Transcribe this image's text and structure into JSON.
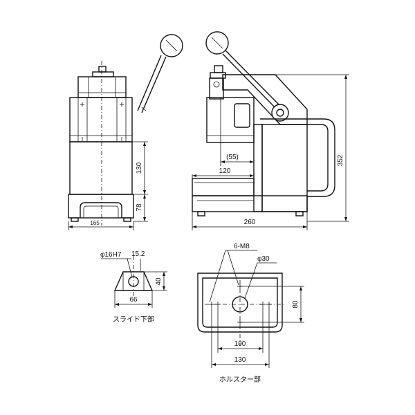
{
  "dimensions": {
    "front_height_upper": "130",
    "front_height_lower": "78",
    "front_width": "165",
    "side_offset": "(55)",
    "side_depth": "120",
    "side_length": "260",
    "overall_height": "352",
    "slide_bore": "φ16H7",
    "slide_offset": "15.2",
    "slide_height": "40",
    "slide_width": "66",
    "holder_holes": "6-M8",
    "holder_bore": "φ30",
    "holder_depth": "80",
    "holder_pitch": "100",
    "holder_width": "130"
  },
  "captions": {
    "slide": "スライド下部",
    "holder": "ホルスター部"
  }
}
